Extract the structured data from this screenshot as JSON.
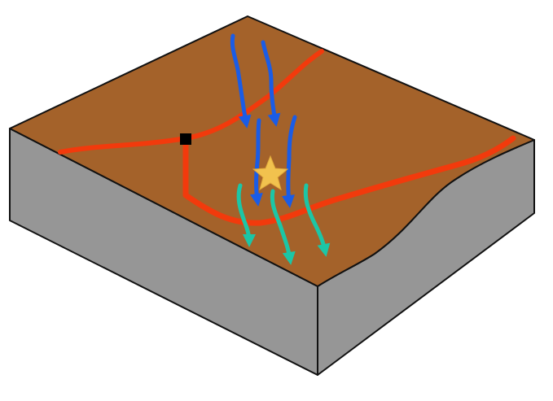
{
  "colors": {
    "surface": "#A4622A",
    "side": "#969696",
    "outline": "#111111",
    "boundary_line": "#F23A0C",
    "inflow_arrow": "#1A5CE6",
    "outflow_arrow": "#1CC6A6",
    "marker_square": "#000000",
    "marker_star": "#F2C24E"
  },
  "elements": {
    "block": "terrain-block",
    "boundary_lines": 2,
    "inflow_arrows": 4,
    "outflow_arrows": 3,
    "markers": [
      "square-marker",
      "star-marker"
    ]
  }
}
